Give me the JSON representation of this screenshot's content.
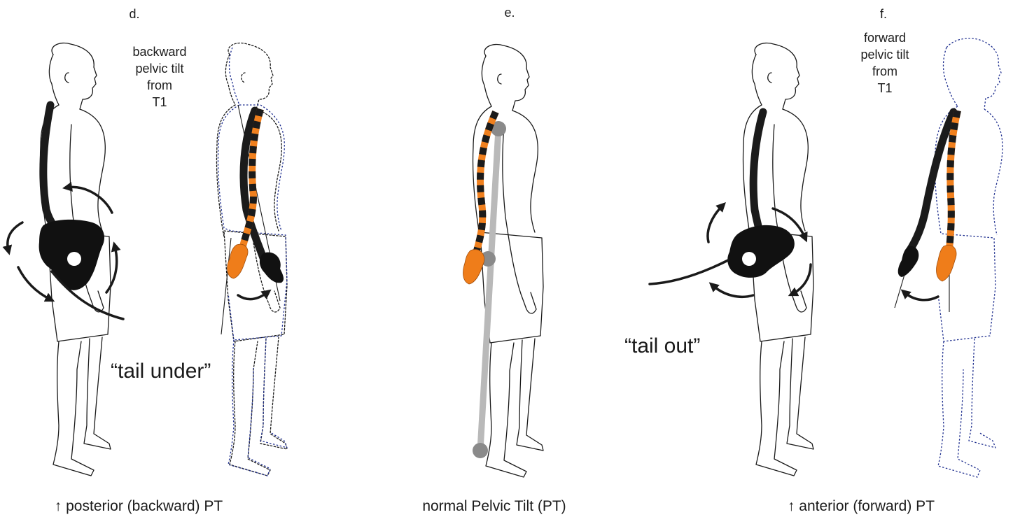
{
  "panels": [
    {
      "letter": "d.",
      "annotation": [
        "backward",
        "pelvic tilt",
        "from",
        "T1"
      ],
      "callout": "“tail under”",
      "caption": "↑ posterior (backward) PT"
    },
    {
      "letter": "e.",
      "annotation": [],
      "callout": "",
      "caption": "normal Pelvic Tilt (PT)"
    },
    {
      "letter": "f.",
      "annotation": [
        "forward",
        "pelvic tilt",
        "from",
        "T1"
      ],
      "callout": "“tail out”",
      "caption": "↑ anterior (forward) PT"
    }
  ],
  "colors": {
    "spine_dark": "#1b1b1b",
    "spine_orange": "#f0801e",
    "ghost_outline": "#1f2f8f",
    "plumb_line": "#b9b9b9",
    "plumb_marker": "#8a8a8a"
  }
}
